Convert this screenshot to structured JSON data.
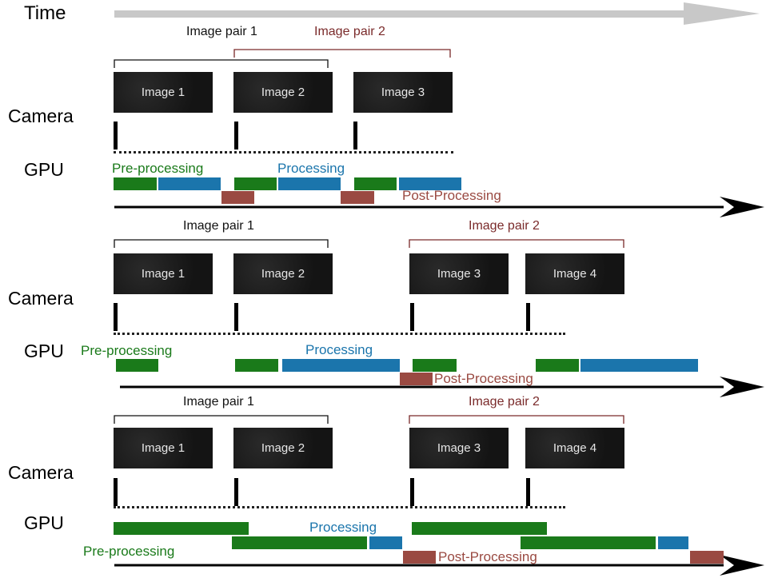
{
  "colors": {
    "pre": "#1a7a1a",
    "proc": "#1b75ac",
    "post": "#9a4a42",
    "pair1": "#111111",
    "pair2": "#7a2a2a",
    "time_arrow": "#c8c8c8",
    "axis": "#000000"
  },
  "time_label": "Time",
  "rows": [
    {
      "camera_label": "Camera",
      "gpu_label": "GPU",
      "pair1_label": "Image pair 1",
      "pair2_label": "Image pair  2",
      "pre_label": "Pre-processing",
      "proc_label": "Processing",
      "post_label": "Post-Processing",
      "images": [
        "Image 1",
        "Image 2",
        "Image 3"
      ]
    },
    {
      "camera_label": "Camera",
      "gpu_label": "GPU",
      "pair1_label": "Image pair 1",
      "pair2_label": "Image pair  2",
      "pre_label": "Pre-processing",
      "proc_label": "Processing",
      "post_label": "Post-Processing",
      "images": [
        "Image 1",
        "Image 2",
        "Image 3",
        "Image 4"
      ]
    },
    {
      "camera_label": "Camera",
      "gpu_label": "GPU",
      "pair1_label": "Image pair 1",
      "pair2_label": "Image pair  2",
      "pre_label": "Pre-processing",
      "proc_label": "Processing",
      "post_label": "Post-Processing",
      "images": [
        "Image 1",
        "Image 2",
        "Image 3",
        "Image 4"
      ]
    }
  ]
}
